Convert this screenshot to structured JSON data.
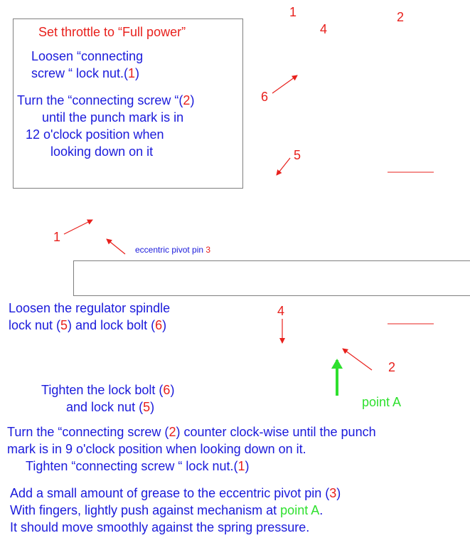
{
  "box": {
    "line1": "Set throttle to “Full power”",
    "line2a": "Loosen “connecting",
    "line2b_pre": "screw “ lock nut.(",
    "line2b_num": "1",
    "line2b_post": ")",
    "line3a_pre": "Turn the “connecting screw “(",
    "line3a_num": "2",
    "line3a_post": ")",
    "line3b": "until the punch mark is in",
    "line3c": "12 o'clock position when",
    "line3d": "looking down on it"
  },
  "callouts": {
    "n1_top": "1",
    "n2_top": "2",
    "n4_top": "4",
    "n6": "6",
    "n5": "5",
    "n1_left": "1",
    "n4_mid": "4",
    "n2_low": "2"
  },
  "pivot": {
    "label": "eccentric pivot pin ",
    "num": "3"
  },
  "step_loosen": {
    "l1": "Loosen the regulator spindle",
    "l2_pre": "lock nut (",
    "l2_n1": "5",
    "l2_mid": ") and lock bolt (",
    "l2_n2": "6",
    "l2_post": ")"
  },
  "step_tighten": {
    "l1_pre": "Tighten the lock bolt (",
    "l1_num": "6",
    "l1_post": ")",
    "l2_pre": "and lock nut (",
    "l2_num": "5",
    "l2_post": ")"
  },
  "point_a": "point A",
  "step_turn": {
    "l1_pre": "Turn the “connecting screw (",
    "l1_num": "2",
    "l1_post": ") counter clock-wise until the punch",
    "l2": "mark is in 9 o'clock position when looking down on it.",
    "l3_pre": "Tighten “connecting screw “ lock nut.(",
    "l3_num": "1",
    "l3_post": ")"
  },
  "step_grease": {
    "l1_pre": "Add a small amount of grease to the eccentric pivot pin (",
    "l1_num": "3",
    "l1_post": ")",
    "l2_pre": "With fingers, lightly push against mechanism at ",
    "l2_green": "point A",
    "l2_post": ".",
    "l3": "It should move smoothly against the spring pressure."
  },
  "colors": {
    "blue": "#1a1adb",
    "red": "#e8201c",
    "green": "#2ee02e",
    "border": "#7f7f7f"
  }
}
